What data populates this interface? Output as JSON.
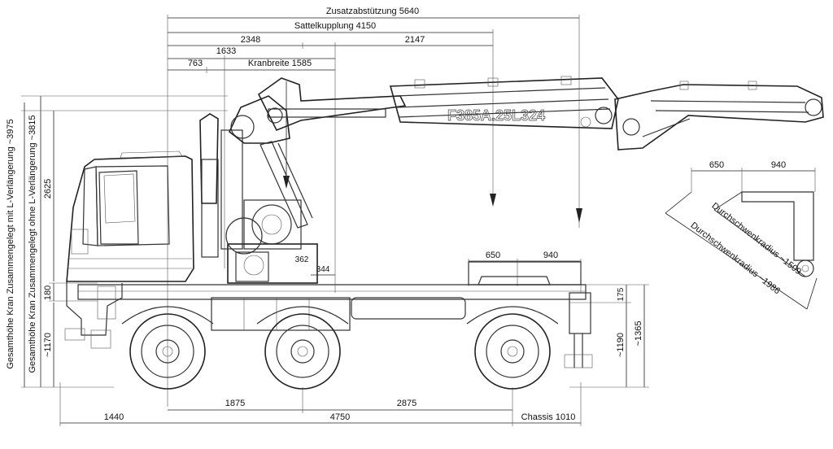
{
  "dimensions": {
    "zusatz": "Zusatzabstützung 5640",
    "sattel": "Sattelkupplung 4150",
    "d2348": "2348",
    "d2147": "2147",
    "d1633": "1633",
    "d763": "763",
    "kranbreite": "Kranbreite 1585",
    "d2625": "2625",
    "d180": "180",
    "d1170": "~1170",
    "d175": "175",
    "d1190": "~1190",
    "d1365": "~1365",
    "d1875": "1875",
    "d2875": "2875",
    "d1440": "1440",
    "d4750": "4750",
    "chassis": "Chassis 1010",
    "d650": "650",
    "d940": "940",
    "d344": "344",
    "d362": "362",
    "d650r": "650",
    "d940r": "940"
  },
  "vertical_labels": {
    "gesamt_mit": "Gesamthöhe Kran Zusammengelegt mit L-Verlängerung ~3975",
    "gesamt_ohne": "Gesamthöhe Kran Zusammengelegt ohne L-Verlängerung ~3815"
  },
  "radius": {
    "r1509": "Durchschwenkradius ~1509",
    "r1986": "Durchschwenkradius ~1986"
  },
  "crane_model": "F385A.25L324"
}
